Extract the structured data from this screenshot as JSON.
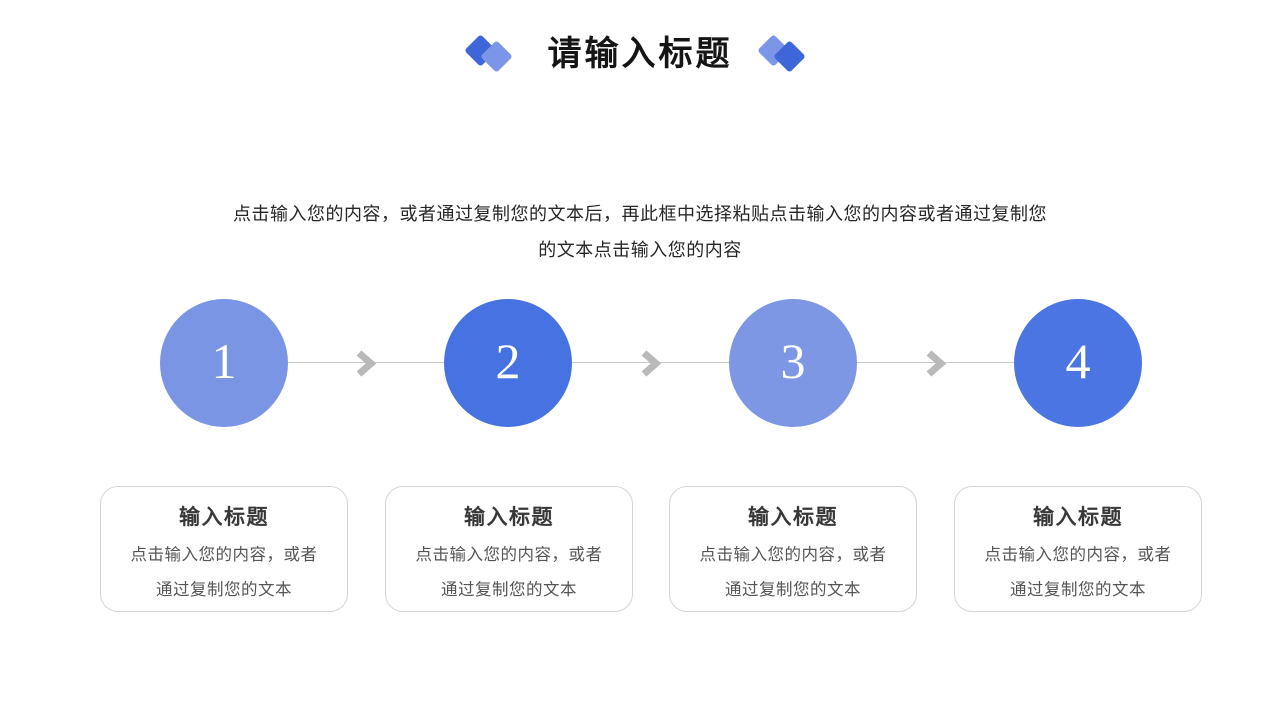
{
  "title": "请输入标题",
  "intro_lines": [
    "点击输入您的内容，或者通过复制您的文本后，再此框中选择粘贴点击输入您的内容或者通过复制您",
    "的文本点击输入您的内容"
  ],
  "steps": [
    {
      "number": "1",
      "color": "#7b95e5"
    },
    {
      "number": "2",
      "color": "#4673e1"
    },
    {
      "number": "3",
      "color": "#7e97e5"
    },
    {
      "number": "4",
      "color": "#4b75e2"
    }
  ],
  "cards": [
    {
      "title": "输入标题",
      "body_lines": [
        "点击输入您的内容，或者",
        "通过复制您的文本"
      ]
    },
    {
      "title": "输入标题",
      "body_lines": [
        "点击输入您的内容，或者",
        "通过复制您的文本"
      ]
    },
    {
      "title": "输入标题",
      "body_lines": [
        "点击输入您的内容，或者",
        "通过复制您的文本"
      ]
    },
    {
      "title": "输入标题",
      "body_lines": [
        "点击输入您的内容，或者",
        "通过复制您的文本"
      ]
    }
  ],
  "colors": {
    "diamond_dark": "#3f66d8",
    "diamond_light": "#7b96e8",
    "arrow": "#b9b9b9",
    "connector_line": "#c9c9c9"
  }
}
